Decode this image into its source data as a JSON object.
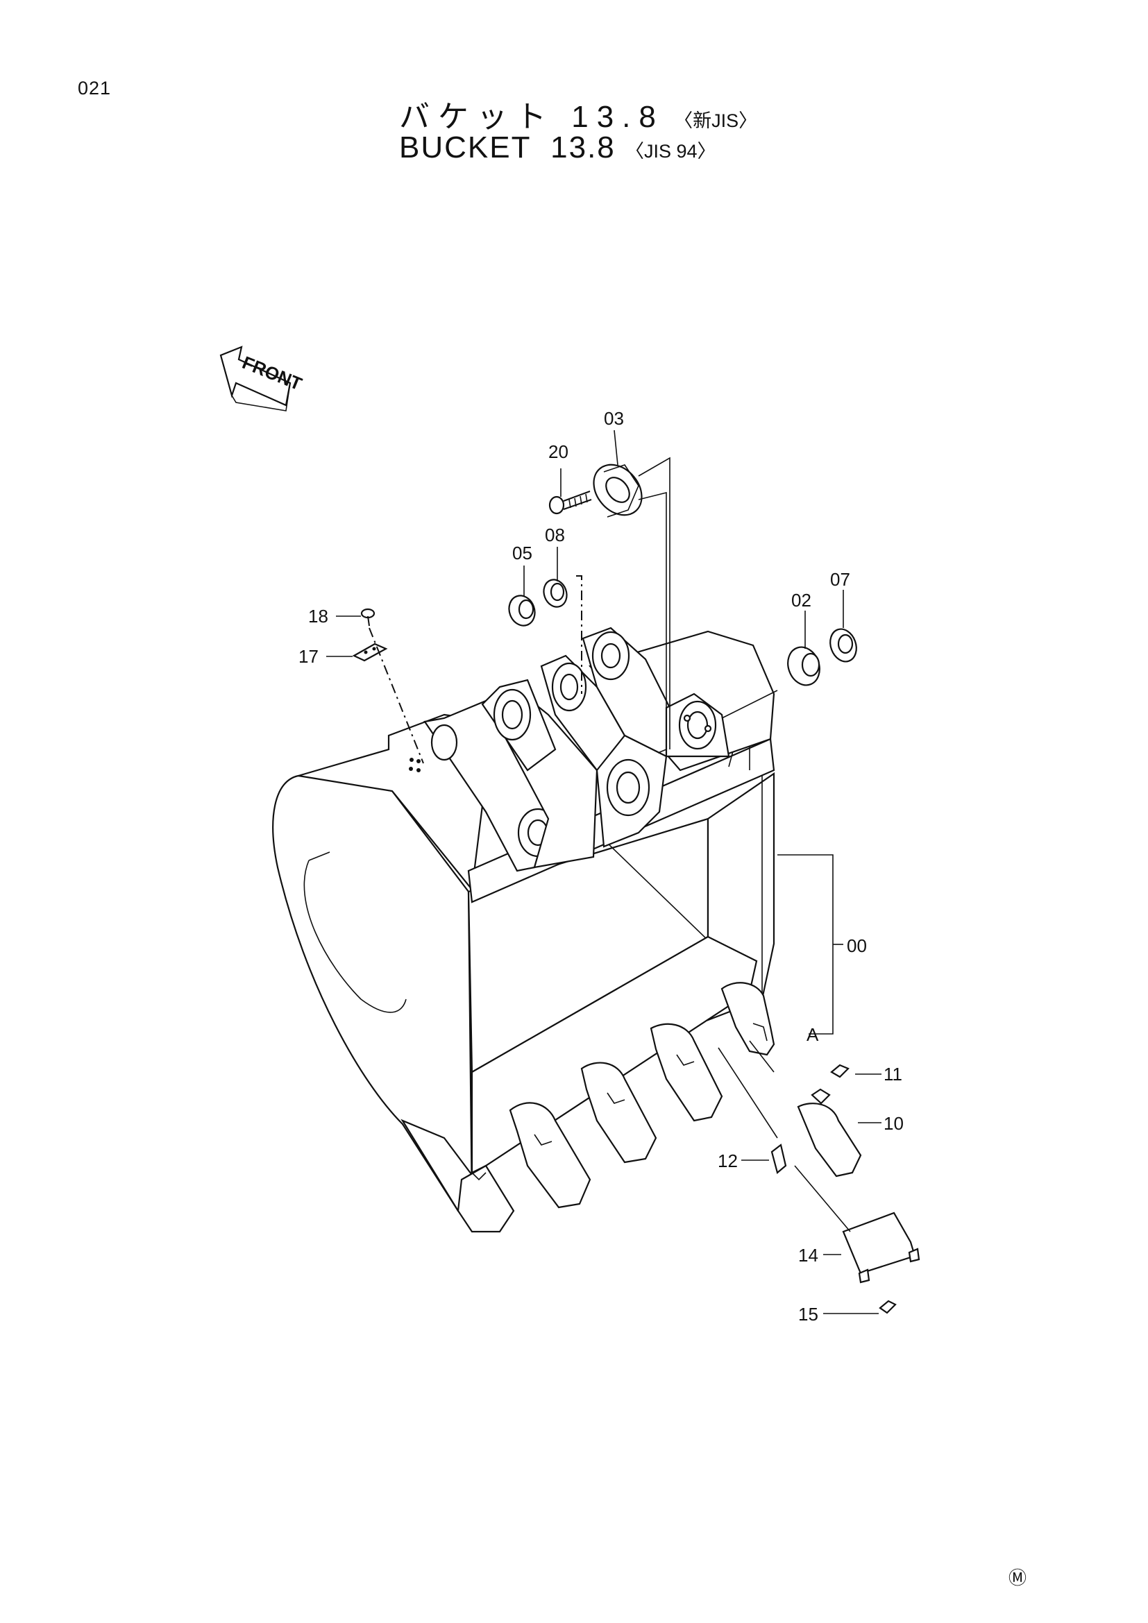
{
  "page_number": "021",
  "title": {
    "jp_main": "バケット 13.8",
    "jp_std": "〈新JIS〉",
    "en_main": "BUCKET  13.8",
    "en_std": "〈JIS 94〉"
  },
  "front_arrow_label": "FRONT",
  "reference_letter": "A",
  "part_labels": {
    "p00": "00",
    "p02": "02",
    "p03": "03",
    "p05": "05",
    "p07": "07",
    "p08": "08",
    "p10": "10",
    "p11": "11",
    "p12": "12",
    "p14": "14",
    "p15": "15",
    "p17": "17",
    "p18": "18",
    "p20": "20"
  },
  "corner_mark": "Ⓜ"
}
